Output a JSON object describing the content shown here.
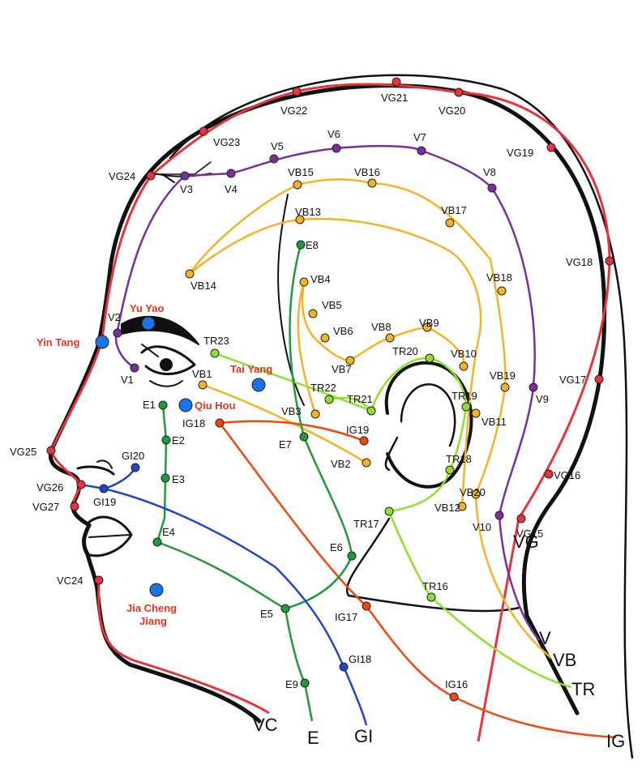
{
  "colors": {
    "VG": "#e8323c",
    "V": "#7a2f9c",
    "VB": "#f4b324",
    "TR": "#8ee02a",
    "IG": "#ee4a10",
    "E": "#1f9a3c",
    "GI": "#2144c8",
    "VC": "#e8323c",
    "extra": "#1a73e8",
    "outline": "#111111",
    "extra_label": "#e8321e"
  },
  "channels": {
    "VG": "VG",
    "V": "V",
    "VB": "VB",
    "TR": "TR",
    "IG": "IG",
    "E": "E",
    "GI": "GI",
    "VC": "VC"
  },
  "points": {
    "VG15": "VG15",
    "VG16": "VG16",
    "VG17": "VG17",
    "VG18": "VG18",
    "VG19": "VG19",
    "VG20": "VG20",
    "VG21": "VG21",
    "VG22": "VG22",
    "VG23": "VG23",
    "VG24": "VG24",
    "VG25": "VG25",
    "VG26": "VG26",
    "VG27": "VG27",
    "V1": "V1",
    "V2": "V2",
    "V3": "V3",
    "V4": "V4",
    "V5": "V5",
    "V6": "V6",
    "V7": "V7",
    "V8": "V8",
    "V9": "V9",
    "V10": "V10",
    "VB1": "VB1",
    "VB2": "VB2",
    "VB3": "VB3",
    "VB4": "VB4",
    "VB5": "VB5",
    "VB6": "VB6",
    "VB7": "VB7",
    "VB8": "VB8",
    "VB9": "VB9",
    "VB10": "VB10",
    "VB11": "VB11",
    "VB12": "VB12",
    "VB13": "VB13",
    "VB14": "VB14",
    "VB15": "VB15",
    "VB16": "VB16",
    "VB17": "VB17",
    "VB18": "VB18",
    "VB19": "VB19",
    "VB20": "VB20",
    "TR16": "TR16",
    "TR17": "TR17",
    "TR18": "TR18",
    "TR19": "TR19",
    "TR20": "TR20",
    "TR21": "TR21",
    "TR22": "TR22",
    "TR23": "TR23",
    "IG16": "IG16",
    "IG17": "IG17",
    "IG18": "IG18",
    "IG19": "IG19",
    "E1": "E1",
    "E2": "E2",
    "E3": "E3",
    "E4": "E4",
    "E5": "E5",
    "E6": "E6",
    "E7": "E7",
    "E8": "E8",
    "E9": "E9",
    "GI18": "GI18",
    "GI19": "GI19",
    "GI20": "GI20",
    "VC24": "VC24"
  },
  "extra_points": {
    "yu_yao": "Yu Yao",
    "yin_tang": "Yin Tang",
    "tai_yang": "Tai Yang",
    "qiu_hou": "Qiu Hou",
    "jia_cheng_jiang_1": "Jia Cheng",
    "jia_cheng_jiang_2": "Jiang"
  }
}
